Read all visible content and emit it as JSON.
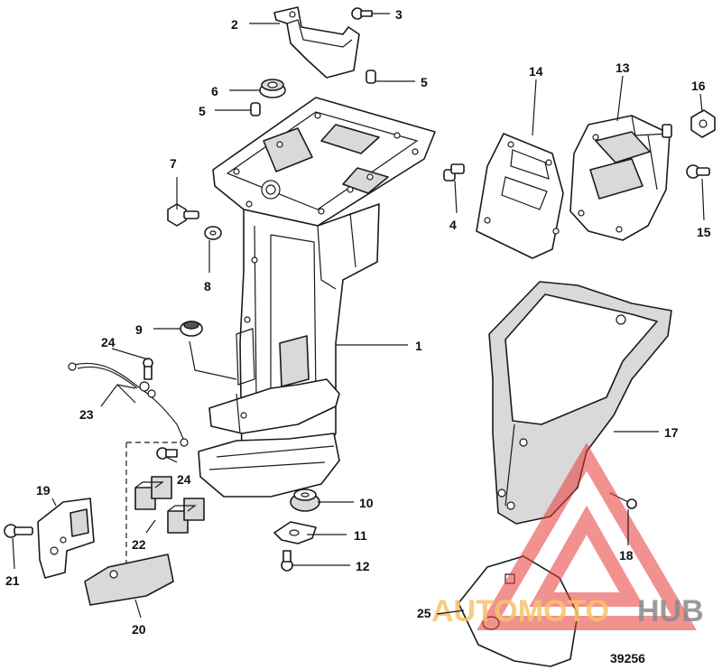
{
  "diagram": {
    "id_label": "39256",
    "watermark": {
      "part1": "AUTOMOTO",
      "part2": "HUB"
    },
    "callouts": [
      "1",
      "2",
      "3",
      "4",
      "5",
      "5",
      "6",
      "7",
      "8",
      "9",
      "10",
      "11",
      "12",
      "13",
      "14",
      "15",
      "16",
      "17",
      "18",
      "19",
      "20",
      "21",
      "22",
      "23",
      "24",
      "24",
      "25"
    ]
  }
}
